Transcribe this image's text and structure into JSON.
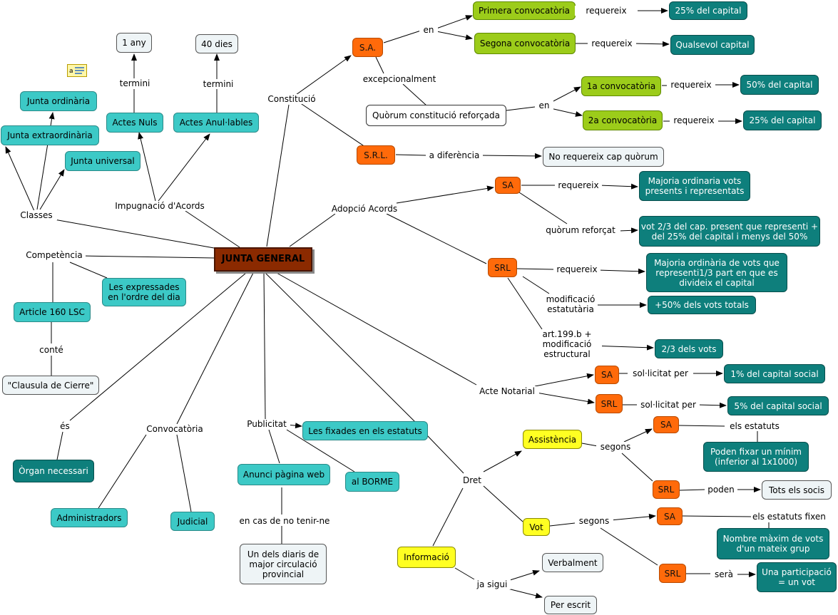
{
  "nodes": {
    "junta_general": "JUNTA GENERAL",
    "un_any": "1 any",
    "quaranta_dies": "40 dies",
    "junta_ordinaria": "Junta ordinària",
    "junta_extraordinaria": "Junta extraordinària",
    "junta_universal": "Junta universal",
    "actes_nuls": "Actes Nuls",
    "actes_anulables": "Actes Anul·lables",
    "les_expressades": "Les expressades en l'ordre del dia",
    "article_160": "Article 160 LSC",
    "clausula": "\"Clausula de Cierre\"",
    "organ_necessari": "Òrgan necessari",
    "administradors": "Administradors",
    "judicial": "Judicial",
    "les_fixades": "Les fixades en els estatuts",
    "anunci_web": "Anunci pàgina web",
    "al_borme": "al BORME",
    "diaris": "Un dels diaris de major circulació provincial",
    "sa_const": "S.A.",
    "srl_const": "S.R.L.",
    "primera_conv": "Primera convocatòria",
    "segona_conv": "Segona convocatòria",
    "pct25_capital": "25% del capital",
    "qualsevol_capital": "Qualsevol capital",
    "quorum_reforcada": "Quòrum constitució reforçada",
    "conv_1a": "1a convocatòria",
    "conv_2a": "2a convocatòria",
    "pct50_capital": "50% del capital",
    "pct25_capital_b": "25% del capital",
    "no_requereix": "No requereix cap quòrum",
    "sa_adop": "SA",
    "majoria_ordinaria_sa": "Majoria ordinaria vots presents i representats",
    "vot_2_3": "vot 2/3 del cap. present que representi + del 25% del capital i menys del 50%",
    "srl_adop": "SRL",
    "majoria_ordinaria_srl": "Majoria ordinària de vots que representi1/3 part en que es divideix el capital",
    "pct50_vots": "+50% dels vots totals",
    "dos_terços_vots": "2/3 dels vots",
    "sa_acte": "SA",
    "srl_acte": "SRL",
    "pct1_social": "1% del capital social",
    "pct5_social": "5% del capital social",
    "assistencia": "Assistència",
    "sa_assist": "SA",
    "srl_assist": "SRL",
    "poden_fixar": "Poden fixar un mínim (inferior al 1x1000)",
    "tots_socis": "Tots els socis",
    "vot": "Vot",
    "sa_vot": "SA",
    "srl_vot": "SRL",
    "nombre_maxim": "Nombre màxim de vots d'un mateix grup",
    "una_participacio": "Una participació = un vot",
    "informacio": "Informació",
    "verbalment": "Verbalment",
    "per_escrit": "Per escrit"
  },
  "labels": {
    "termini_1": "termini",
    "termini_2": "termini",
    "classes": "Classes",
    "impugnacio": "Impugnació d'Acords",
    "competencia": "Competència",
    "conte": "conté",
    "es": "és",
    "convocatoria": "Convocatòria",
    "publicitat": "Publicitat",
    "en_cas": "en cas de no tenir-ne",
    "constitucio": "Constitució",
    "en_1": "en",
    "excepcionalment": "excepcionalment",
    "requereix_1": "requereix",
    "requereix_2": "requereix",
    "en_2": "en",
    "requereix_3": "requereix",
    "requereix_4": "requereix",
    "a_diferencia": "a diferència",
    "adopcio": "Adopció Acords",
    "requereix_5": "requereix",
    "quorum_reforcat": "quòrum reforçat",
    "requereix_6": "requereix",
    "modificacio": "modificació estatutària",
    "art199": "art.199.b + modificació estructural",
    "acte_notarial": "Acte Notarial",
    "sollicitat_1": "sol·licitat per",
    "sollicitat_2": "sol·licitat per",
    "dret": "Dret",
    "segons_1": "segons",
    "els_estatuts": "els estatuts",
    "poden": "poden",
    "segons_2": "segons",
    "els_estatuts_fixen": "els estatuts fixen",
    "sera": "serà",
    "ja_sigui": "ja sigui"
  },
  "colors": {
    "teal": "#3cc9c6",
    "dark_teal": "#0e7f7c",
    "orange": "#ff6a0a",
    "lime": "#9ccc1a",
    "yellow": "#ffff22",
    "main": "#8b2a00"
  },
  "icons": {
    "note": "note-icon"
  }
}
